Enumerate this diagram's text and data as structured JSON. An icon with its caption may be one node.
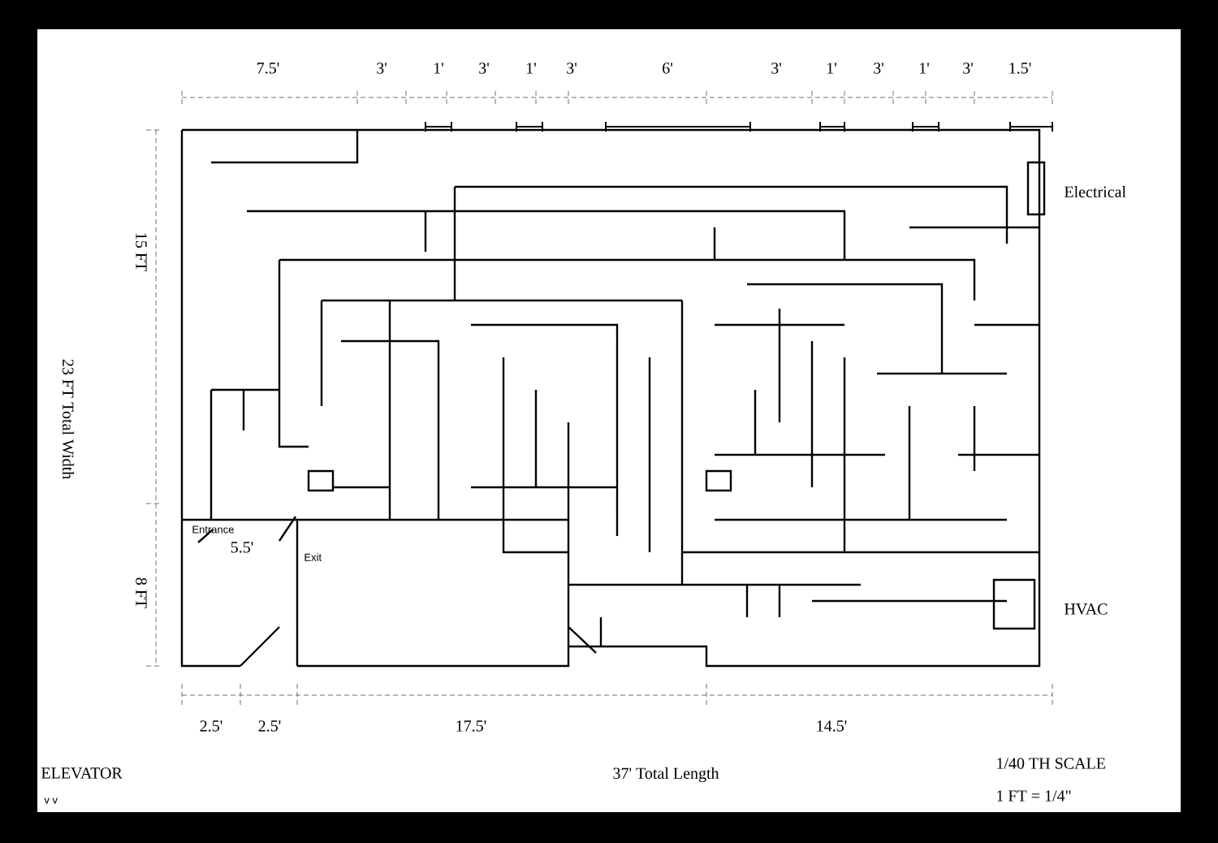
{
  "diagram": {
    "labels": [
      "7.5'",
      "3'",
      "1'",
      "3'",
      "1'",
      "3'",
      "6'",
      "3'",
      "1'",
      "3'",
      "1'",
      "3'",
      "1.5'",
      "Electrical",
      "15 FT",
      "23 FT Total Width",
      "Entrance",
      "5.5'",
      "Exit",
      "8 FT",
      "HVAC",
      "2.5'",
      "2.5'",
      "17.5'",
      "14.5'",
      "ELEVATOR",
      "37' Total Length",
      "1/40 TH SCALE",
      "v v",
      "1 FT = 1/4\""
    ]
  }
}
